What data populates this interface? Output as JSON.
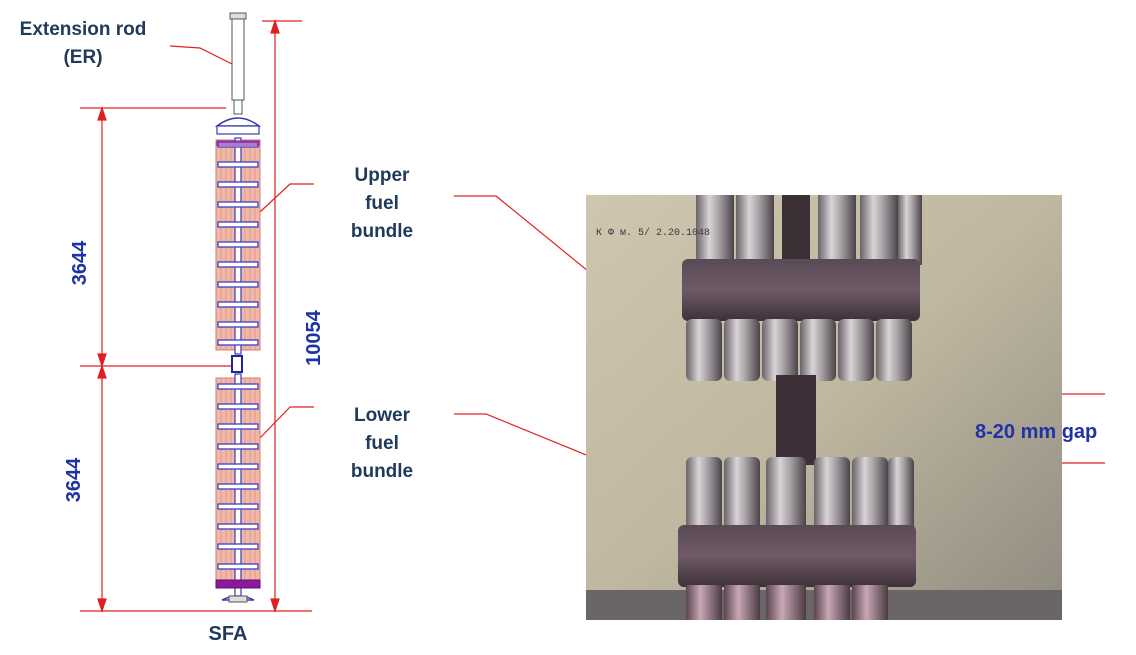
{
  "labels": {
    "extension_rod_line1": "Extension rod",
    "extension_rod_line2": "(ER)",
    "upper_line1": "Upper",
    "upper_line2": "fuel",
    "upper_line3": "bundle",
    "lower_line1": "Lower",
    "lower_line2": "fuel",
    "lower_line3": "bundle",
    "sfa": "SFA",
    "gap": "8-20 mm gap",
    "photo_timestamp": "К Ф м. 5/ 2.20.1048"
  },
  "dimensions": {
    "upper_bundle_length": "3644",
    "lower_bundle_length": "3644",
    "total_length": "10054"
  },
  "colors": {
    "dimension_lines": "#e02020",
    "dimension_text": "#1f33a6",
    "label_text": "#1f3a5a",
    "rod_outline": "#3a3ab0",
    "fuel_pin_fill": "#f0b8a8",
    "spacer_grid": "#4a4ac8",
    "end_caps": "#8a1a9a"
  }
}
